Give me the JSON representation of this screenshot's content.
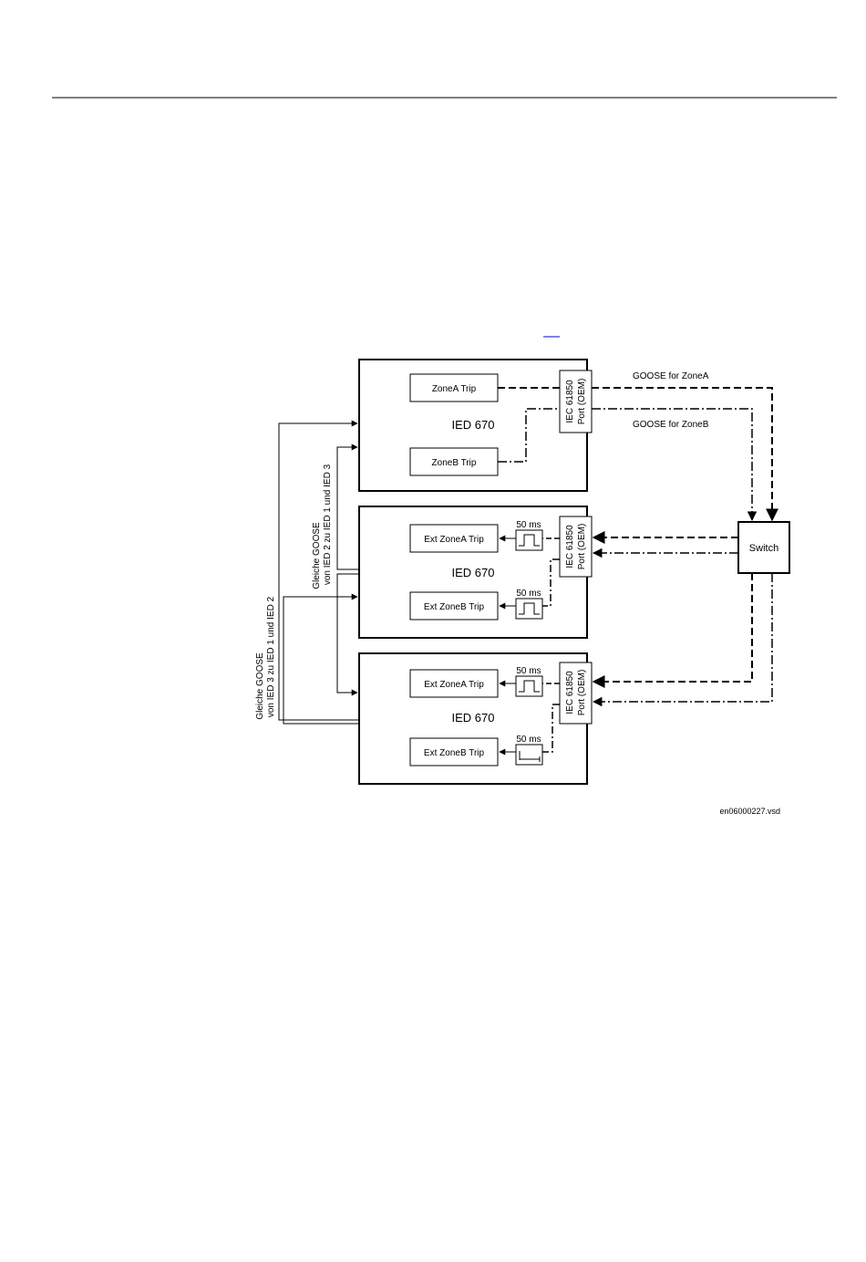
{
  "diagram": {
    "ied_label": "IED 670",
    "port_line1": "IEC 61850",
    "port_line2": "Port (OEM)",
    "switch_label": "Switch",
    "zonea_trip": "ZoneA Trip",
    "zoneb_trip": "ZoneB Trip",
    "ext_zonea_trip": "Ext ZoneA Trip",
    "ext_zoneb_trip": "Ext ZoneB Trip",
    "pulse_label": "50 ms",
    "goose_a": "GOOSE for ZoneA",
    "goose_b": "GOOSE for ZoneB",
    "rot1_line1": "Gleiche GOOSE",
    "rot1_line2": "von IED 2 zu IED 1 und IED 3",
    "rot2_line1": "Gleiche GOOSE",
    "rot2_line2": "von IED 3 zu IED 1 und IED 2",
    "file_name": "en06000227.vsd"
  },
  "colors": {
    "line": "#000000",
    "link": "#0000cc",
    "background": "#ffffff"
  }
}
